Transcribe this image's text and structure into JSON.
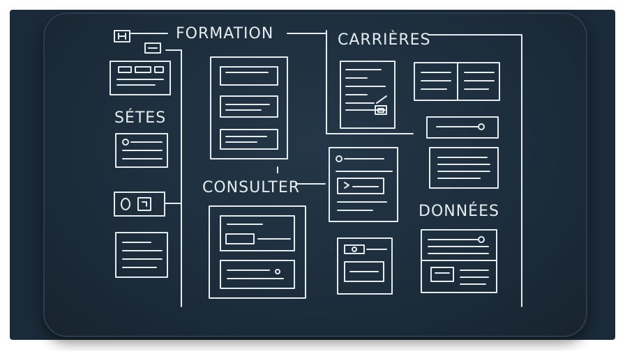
{
  "labels": {
    "formation": "FORMATION",
    "carrieres": "CARRIÈRES",
    "setes": "SÉTES",
    "consulter": "CONSULTER",
    "donnees": "DONNÉES"
  },
  "colors": {
    "chalk": "#e6edf1",
    "board": "#1f3040",
    "frame": "#1b2a38"
  }
}
